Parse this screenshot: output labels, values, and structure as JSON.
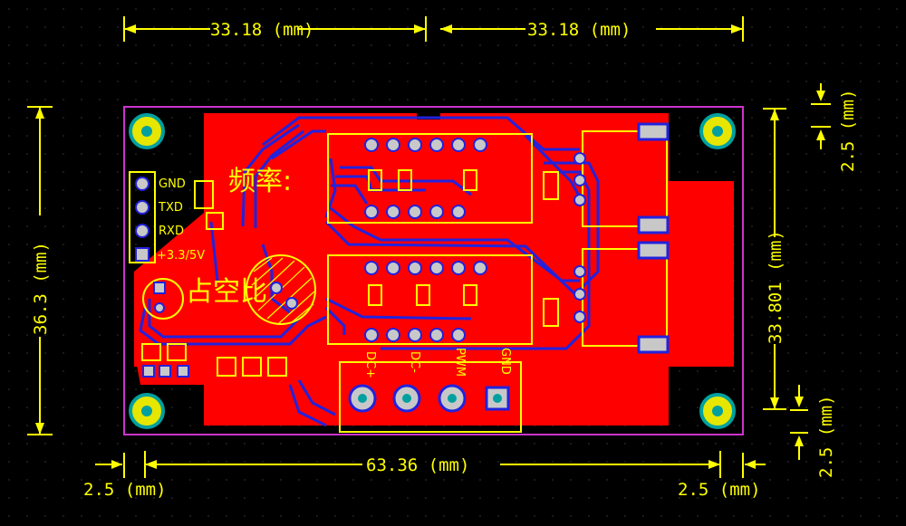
{
  "colors": {
    "background": "#000000",
    "copper_top": "#ff0000",
    "copper_bottom": "#2222dd",
    "silkscreen": "#ffff00",
    "outline": "#cc33cc",
    "pad": "#c8c8c8",
    "mount_hole": "#e6e600",
    "mount_hole_ring": "#00a0a0"
  },
  "dimensions": {
    "top_left": "33.18 (mm)",
    "top_right": "33.18 (mm)",
    "bottom_width": "63.36 (mm)",
    "bottom_left_margin": "2.5 (mm)",
    "bottom_right_margin": "2.5 (mm)",
    "left_height": "36.3 (mm)",
    "right_height": "33.801 (mm)",
    "right_top_margin": "2.5 (mm)",
    "right_bottom_margin": "2.5 (mm)"
  },
  "silkscreen": {
    "header_pins": [
      "GND",
      "TXD",
      "RXD",
      "+3.3/5V"
    ],
    "chinese_top": "频率:",
    "chinese_bottom": "占空比",
    "terminal_labels": [
      "DC+",
      "DC-",
      "PWM",
      "GND"
    ]
  }
}
